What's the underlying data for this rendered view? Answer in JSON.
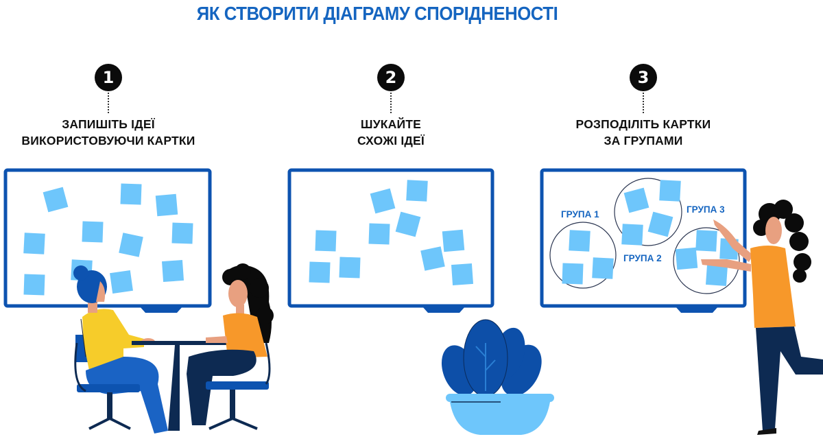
{
  "title": "ЯК СТВОРИТИ ДІАГРАМУ СПОРІДНЕНОСТІ",
  "colors": {
    "title_blue": "#1565c0",
    "board_frame": "#0d53b0",
    "sticky_note": "#6ec6fb",
    "badge": "#0b0b0b",
    "group_label": "#1565c0",
    "shirt_yellow": "#f6cc2a",
    "shirt_orange": "#f7982a",
    "pants_navy": "#0d2a52",
    "pants_blue": "#1a63c4",
    "chair_blue": "#0d53b0",
    "skin": "#e8a080",
    "plant_dark": "#0d4fa8",
    "pot_light": "#6ec6fb"
  },
  "steps": [
    {
      "number": "1",
      "line1": "ЗАПИШІТЬ ІДЕЇ",
      "line2": "ВИКОРИСТОВУЮЧИ КАРТКИ"
    },
    {
      "number": "2",
      "line1": "ШУКАЙТЕ",
      "line2": "СХОЖІ ІДЕЇ"
    },
    {
      "number": "3",
      "line1": "РОЗПОДІЛІТЬ КАРТКИ",
      "line2": "ЗА ГРУПАМИ"
    }
  ],
  "groups": [
    {
      "label": "ГРУПА 1"
    },
    {
      "label": "ГРУПА 2"
    },
    {
      "label": "ГРУПА 3"
    }
  ],
  "illustrations": {
    "board_1_notes": 12,
    "board_2_notes": 10,
    "board_3_notes": 11
  }
}
